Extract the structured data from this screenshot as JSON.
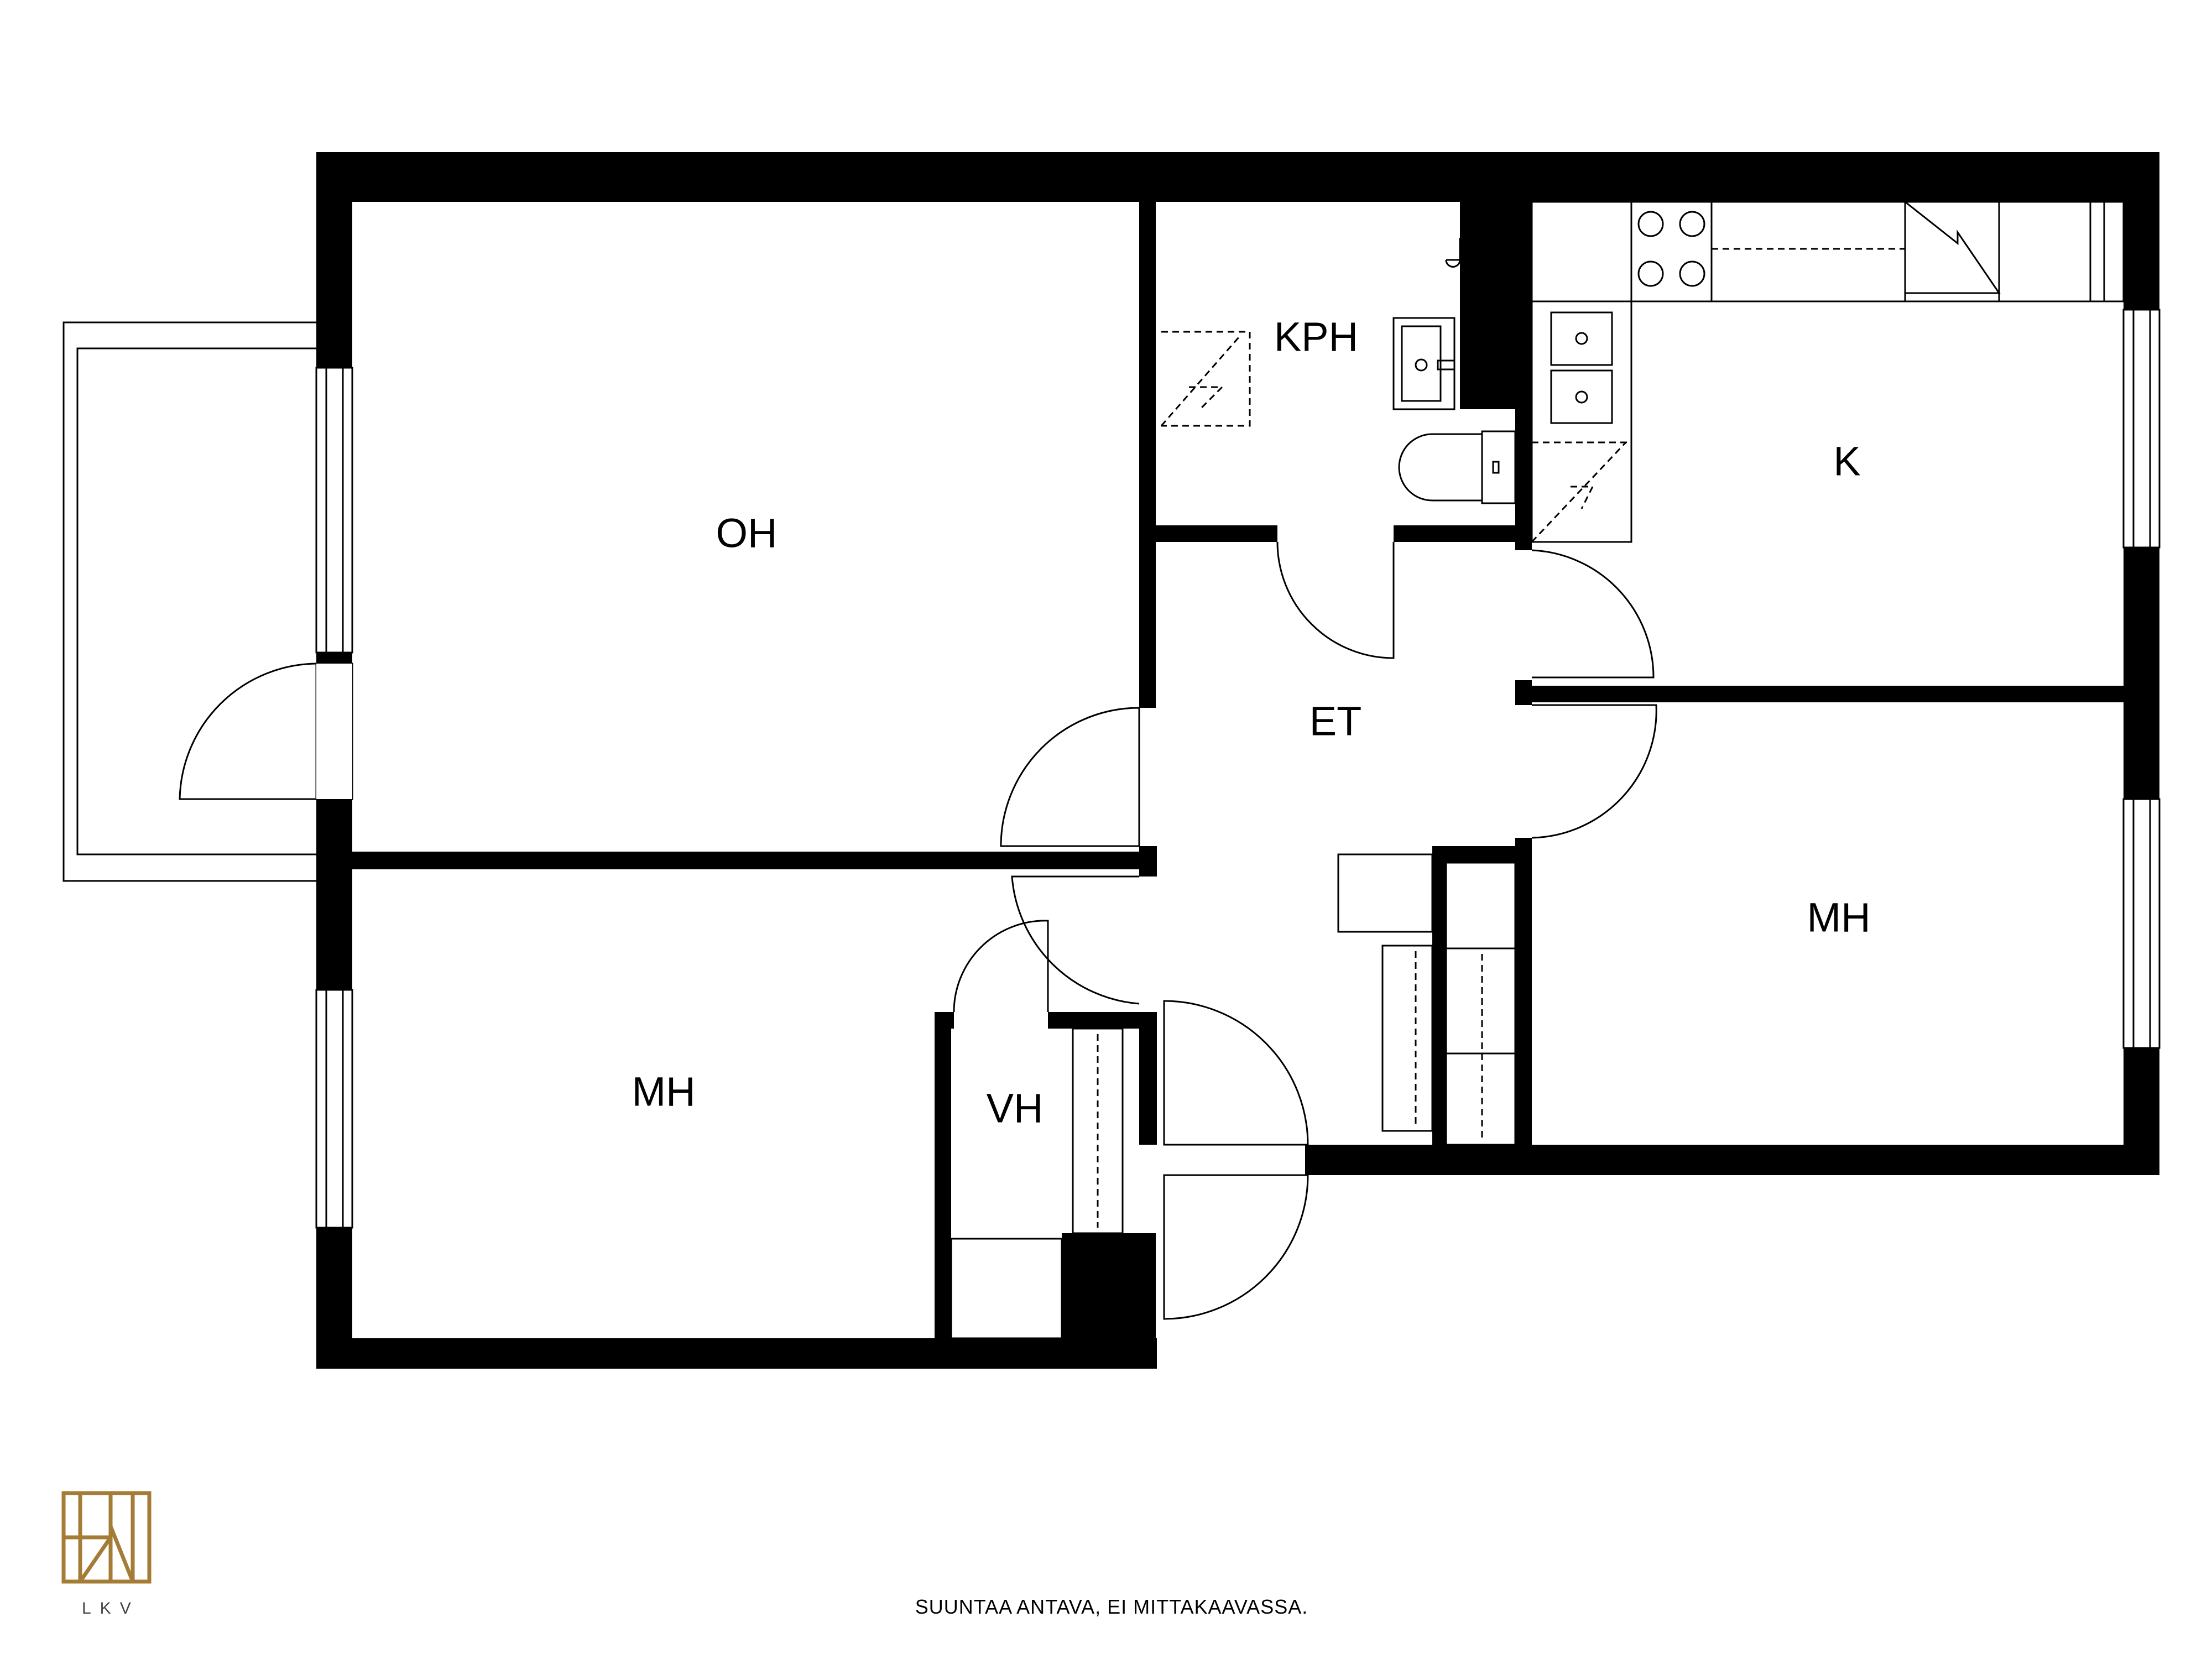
{
  "rooms": {
    "oh": "OH",
    "kph": "KPH",
    "k": "K",
    "et": "ET",
    "mh_left": "MH",
    "mh_right": "MH",
    "vh": "VH"
  },
  "footer": {
    "note": "SUUNTAA ANTAVA, EI MITTAKAAVASSA.",
    "logo_text": "LKV"
  },
  "colors": {
    "walls": "#000000",
    "background": "#ffffff",
    "logo": "#a57c35"
  },
  "icons": [
    "stove-icon",
    "sink-icon",
    "toilet-icon",
    "washbasin-icon",
    "shower-icon",
    "logo-mark"
  ]
}
